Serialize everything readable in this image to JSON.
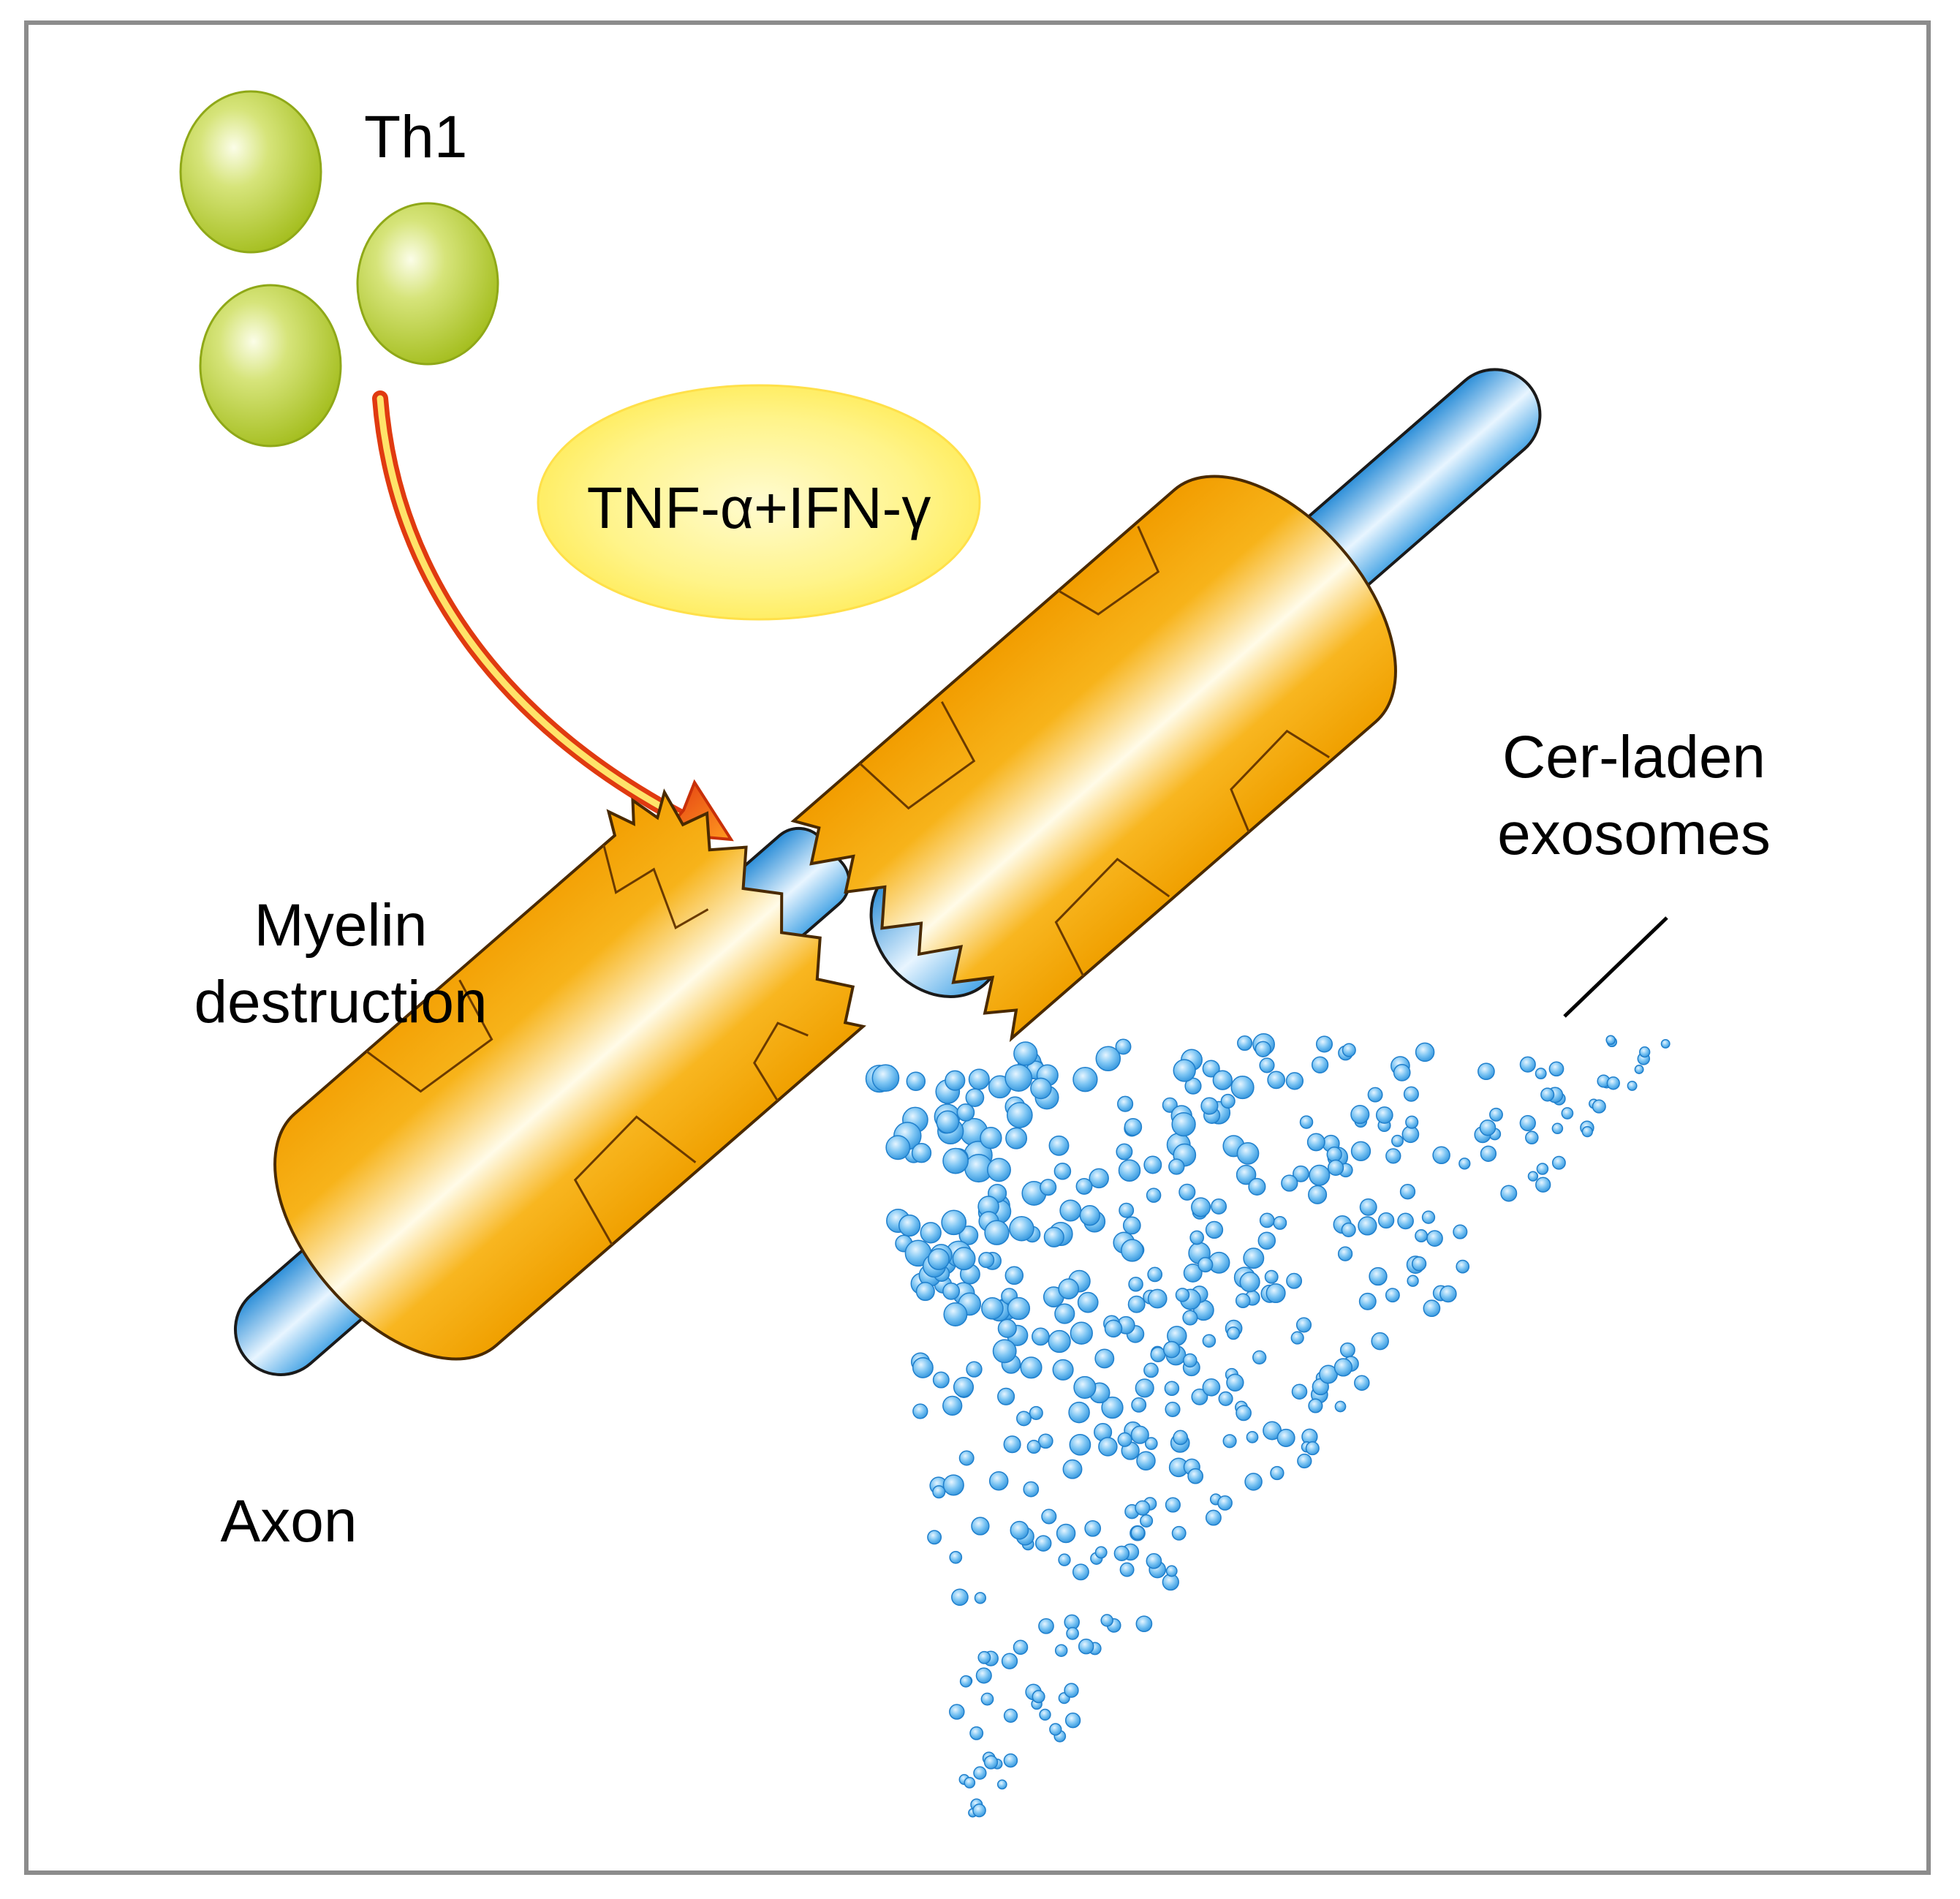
{
  "labels": {
    "th1": "Th1",
    "cytokines": "TNF-α+IFN-γ",
    "myelin_line1": "Myelin",
    "myelin_line2": "destruction",
    "axon": "Axon",
    "exosomes_line1": "Cer-laden",
    "exosomes_line2": "exosomes"
  },
  "colors": {
    "frame": "#8c8c8c",
    "th1_cell": "#a8c41e",
    "cytokine_ellipse": "#fff066",
    "myelin": "#f5a800",
    "axon": "#3a9ee0",
    "exosome": "#3aa0e8",
    "arrow": "#e03a10"
  },
  "icons": {
    "th1_cells": "sphere-cluster-icon",
    "arrow": "curved-arrow-icon",
    "exosomes": "vesicle-spray-icon"
  }
}
